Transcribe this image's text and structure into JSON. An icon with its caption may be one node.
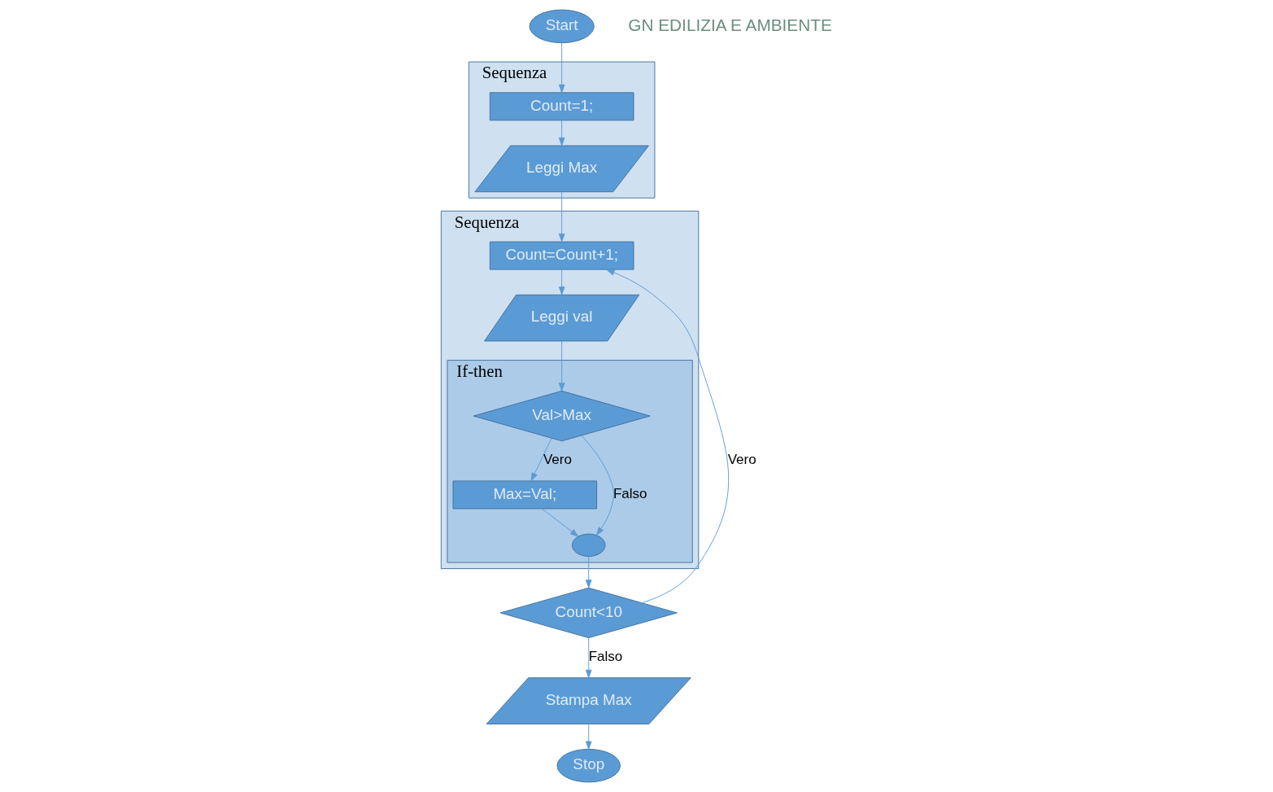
{
  "diagram": {
    "nodes": [
      {
        "text": [
          "Start"
        ]
      },
      {
        "text": [
          "Sequenza"
        ]
      },
      {
        "text": [
          "Count=1;"
        ],
        "in": 1
      },
      {
        "text": [
          "Leggi Max"
        ],
        "in": 1
      },
      {
        "text": [
          "Sequenza"
        ]
      },
      {
        "text": [
          "Count=Count+1;"
        ],
        "in": 4
      },
      {
        "text": [
          "Leggi val"
        ],
        "in": 4
      },
      {
        "text": [
          "If-then"
        ],
        "in": 4
      },
      {
        "text": [
          "Val>Max"
        ],
        "in": 7
      },
      {
        "text": [
          "Max=Val;"
        ],
        "in": 7
      },
      {
        "text": [],
        "shape": "circle",
        "in": 7
      },
      {
        "text": [
          "Count<10"
        ]
      },
      {
        "text": [
          "Stampa Max"
        ]
      },
      {
        "text": [
          "Stop"
        ]
      }
    ],
    "edges": [
      {
        "from": 0,
        "to": 2,
        "arrow": "to"
      },
      {
        "from": 2,
        "to": 3,
        "arrow": "to"
      },
      {
        "from": 3,
        "to": 5,
        "arrow": "to"
      },
      {
        "from": 5,
        "to": 6,
        "arrow": "to"
      },
      {
        "from": 6,
        "to": 8,
        "arrow": "to"
      },
      {
        "from": 8,
        "to": 9,
        "arrow": "to",
        "label": "Vero"
      },
      {
        "from": 8,
        "to": 10,
        "arrow": "to",
        "label": "Falso"
      },
      {
        "from": 9,
        "to": 10,
        "arrow": "to"
      },
      {
        "from": 10,
        "to": 11,
        "arrow": "to"
      },
      {
        "from": 11,
        "to": 5,
        "arrow": "to",
        "label": "Vero"
      },
      {
        "from": 11,
        "to": 12,
        "arrow": "to",
        "label": "Falso"
      },
      {
        "from": 12,
        "to": 13,
        "arrow": "to"
      }
    ],
    "labels": [
      "GN EDILIZIA E AMBIENTE"
    ]
  }
}
